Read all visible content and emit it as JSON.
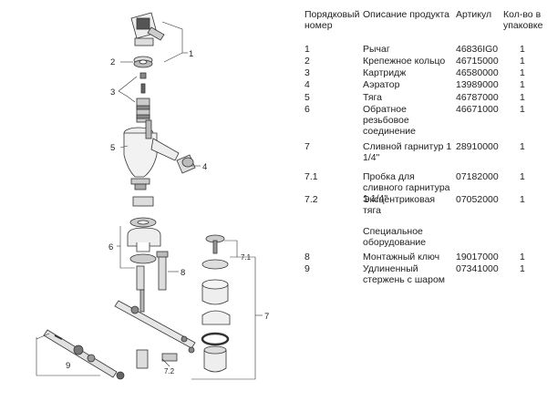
{
  "diagram": {
    "callouts": [
      "1",
      "2",
      "3",
      "4",
      "5",
      "6",
      "7",
      "7.1",
      "7.2",
      "8",
      "9"
    ]
  },
  "table": {
    "headers": {
      "num_line1": "Порядковый",
      "num_line2": "номер",
      "desc": "Описание продукта",
      "art": "Артикул",
      "qty_line1": "Кол-во в",
      "qty_line2": "упаковке"
    },
    "rows": [
      {
        "num": "1",
        "desc": [
          "Рычаг"
        ],
        "art": "46836IG0",
        "qty": "1"
      },
      {
        "num": "2",
        "desc": [
          "Крепежное кольцо"
        ],
        "art": "46715000",
        "qty": "1"
      },
      {
        "num": "3",
        "desc": [
          "Картридж"
        ],
        "art": "46580000",
        "qty": "1"
      },
      {
        "num": "4",
        "desc": [
          "Аэратор"
        ],
        "art": "13989000",
        "qty": "1"
      },
      {
        "num": "5",
        "desc": [
          "Тяга"
        ],
        "art": "46787000",
        "qty": "1"
      },
      {
        "num": "6",
        "desc": [
          "Обратное",
          "резьбовое",
          "соединение"
        ],
        "art": "46671000",
        "qty": "1"
      },
      {
        "num": "7",
        "desc": [
          "Сливной гарнитур 1",
          "1/4\""
        ],
        "art": "28910000",
        "qty": "1"
      },
      {
        "num": "7.1",
        "desc": [
          "Пробка для",
          "сливного гарнитура",
          "1 1/4\""
        ],
        "art": "07182000",
        "qty": "1"
      },
      {
        "num": "7.2",
        "desc": [
          "Эксцентриковая",
          "тяга"
        ],
        "art": "07052000",
        "qty": "1"
      },
      {
        "num": "",
        "desc": [
          "Специальное",
          "оборудование"
        ],
        "art": "",
        "qty": ""
      },
      {
        "num": "8",
        "desc": [
          "Монтажный ключ"
        ],
        "art": "19017000",
        "qty": "1"
      },
      {
        "num": "9",
        "desc": [
          "Удлиненный",
          "стержень с шаром"
        ],
        "art": "07341000",
        "qty": "1"
      }
    ]
  }
}
